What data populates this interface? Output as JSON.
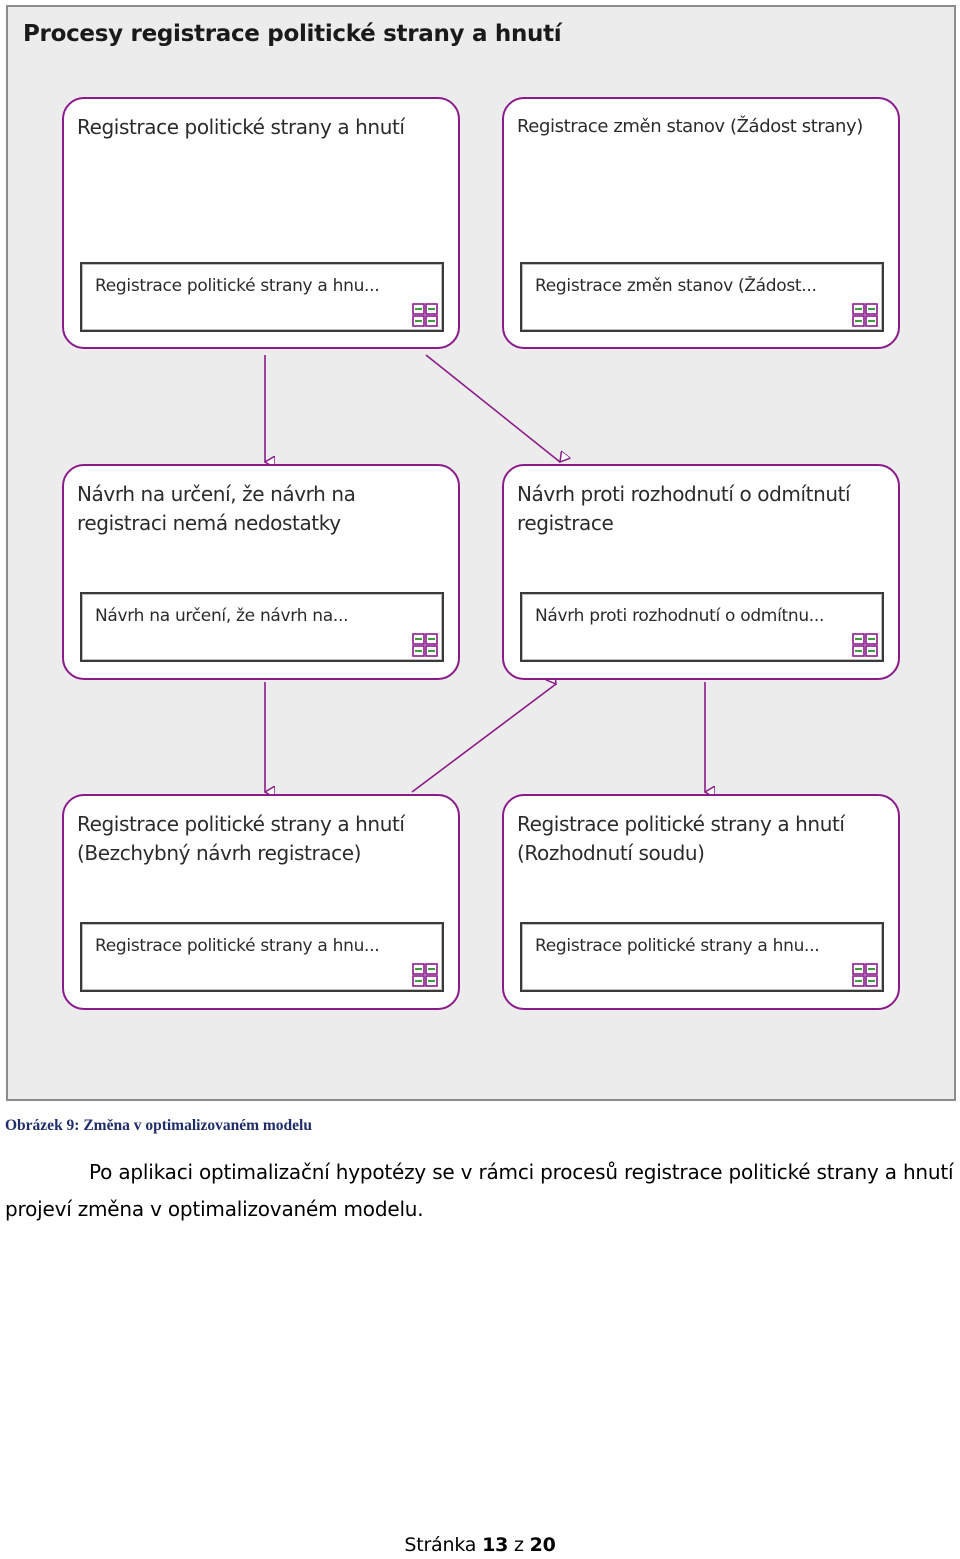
{
  "figure": {
    "title": "Procesy registrace politické strany a hnutí",
    "processes": [
      {
        "title": "Registrace politické strany a hnutí",
        "subprocess": "Registrace politické strany a hnu..."
      },
      {
        "title": "Registrace změn stanov (Žádost strany)",
        "subprocess": "Registrace změn stanov (Žádost..."
      },
      {
        "title": "Návrh na určení, že návrh na registraci nemá nedostatky",
        "subprocess": "Návrh na určení, že návrh na..."
      },
      {
        "title": "Návrh proti rozhodnutí o odmítnutí registrace",
        "subprocess": "Návrh proti rozhodnutí o odmítnu..."
      },
      {
        "title": "Registrace politické strany a hnutí (Bezchybný návrh registrace)",
        "subprocess": "Registrace politické strany a hnu..."
      },
      {
        "title": "Registrace politické strany a hnutí (Rozhodnutí soudu)",
        "subprocess": "Registrace politické strany a hnu..."
      }
    ],
    "icon": "subprocess-icon",
    "colors": {
      "frame": "#8b1a8b",
      "background": "#ececec",
      "icon_green": "#3f9a3f"
    }
  },
  "caption": "Obrázek 9: Změna v optimalizovaném modelu",
  "paragraph": "Po aplikaci optimalizační hypotézy se v rámci procesů registrace politické strany a hnutí projeví změna v optimalizovaném modelu.",
  "footer": {
    "prefix": "Stránka",
    "page": "13",
    "separator": "z",
    "total": "20"
  }
}
